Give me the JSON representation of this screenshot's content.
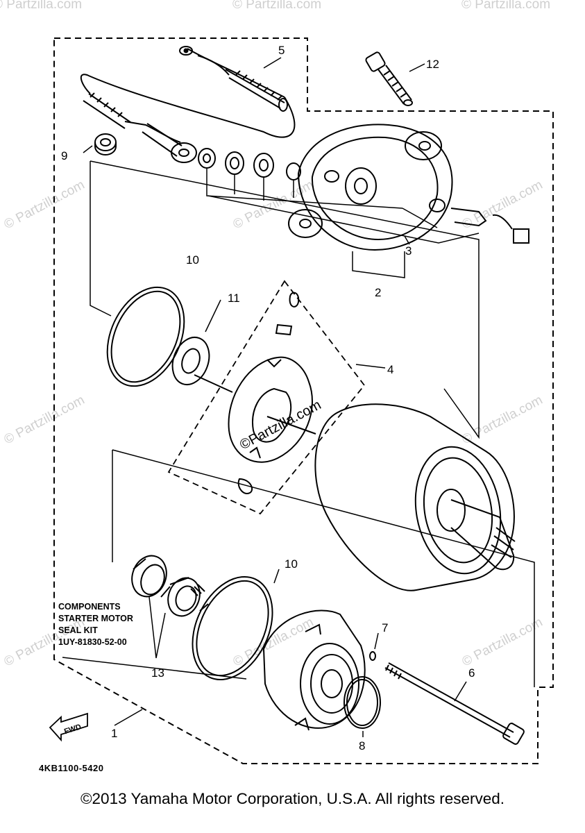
{
  "callouts": {
    "n1": "1",
    "n2": "2",
    "n3": "3",
    "n4": "4",
    "n5": "5",
    "n6": "6",
    "n7": "7",
    "n8": "8",
    "n9": "9",
    "n10a": "10",
    "n10b": "10",
    "n11": "11",
    "n12": "12",
    "n13": "13"
  },
  "kit_note": {
    "line1": "COMPONENTS",
    "line2": "STARTER MOTOR",
    "line3": "SEAL KIT",
    "line4": "1UY-81830-52-00"
  },
  "direction_badge": "FWD",
  "diagram_code": "4KB1100-5420",
  "watermarks": {
    "center": "©Partzilla.com",
    "faint": "© Partzilla.com"
  },
  "footer": {
    "copyright": "©2013 Yamaha Motor Corporation, U.S.A. All rights reserved."
  }
}
